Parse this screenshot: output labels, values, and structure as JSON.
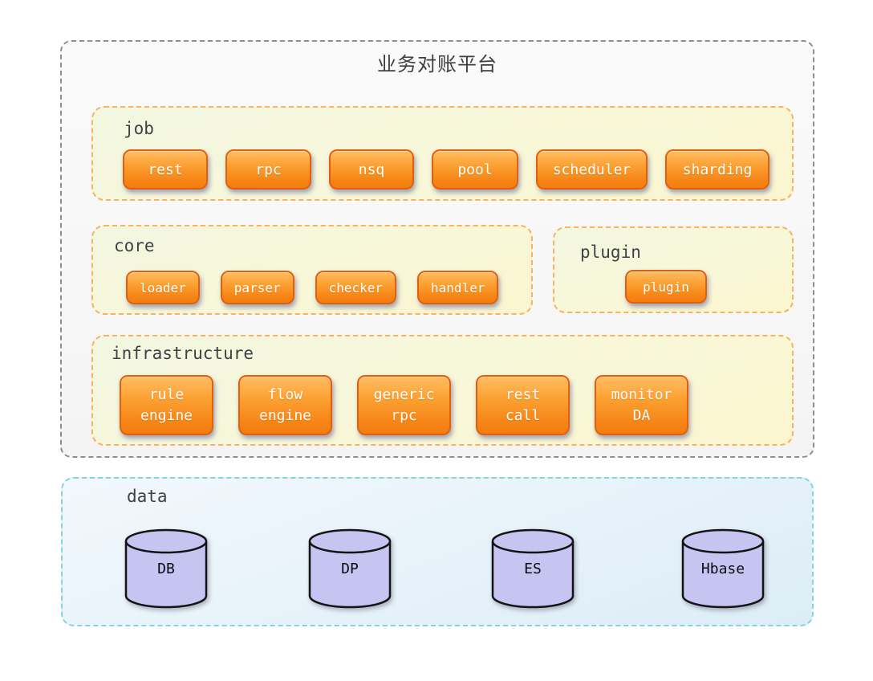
{
  "platform": {
    "title": "业务对账平台",
    "sections": {
      "job": {
        "label": "job",
        "items": [
          "rest",
          "rpc",
          "nsq",
          "pool",
          "scheduler",
          "sharding"
        ]
      },
      "core": {
        "label": "core",
        "items": [
          "loader",
          "parser",
          "checker",
          "handler"
        ]
      },
      "plugin": {
        "label": "plugin",
        "items": [
          "plugin"
        ]
      },
      "infrastructure": {
        "label": "infrastructure",
        "items": [
          "rule\nengine",
          "flow\nengine",
          "generic\nrpc",
          "rest\ncall",
          "monitor\nDA"
        ]
      }
    }
  },
  "data_layer": {
    "label": "data",
    "stores": [
      "DB",
      "DP",
      "ES",
      "Hbase"
    ]
  },
  "colors": {
    "node_orange_top": "#ffbd63",
    "node_orange_bottom": "#f37d10",
    "node_border": "#e2600c",
    "panel_border_orange": "#f7b266",
    "outer_border_gray": "#8f8f8f",
    "data_border_teal": "#85d3de",
    "cylinder_fill": "#c6c4f1",
    "label_text": "#3e4145"
  }
}
